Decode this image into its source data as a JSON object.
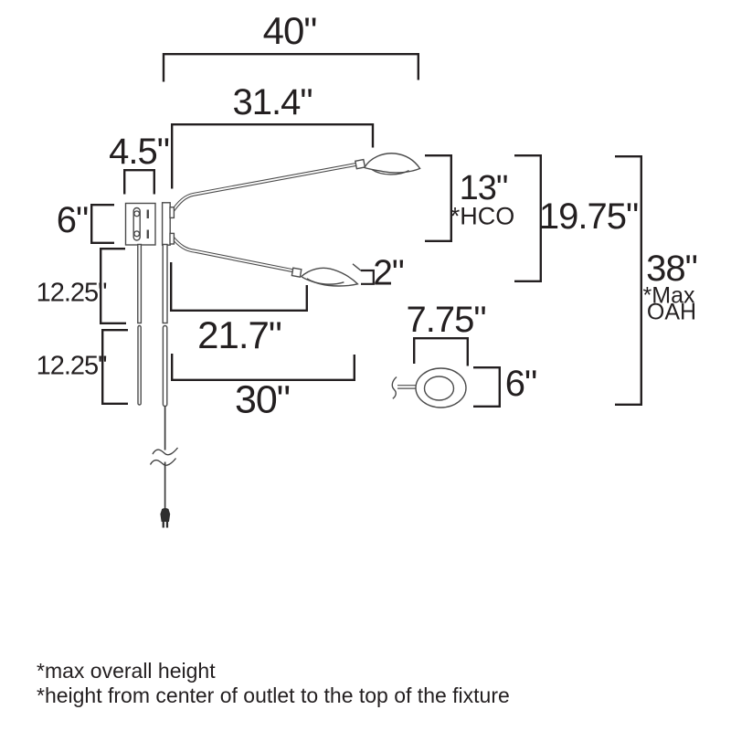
{
  "page": {
    "background": "#ffffff"
  },
  "colors": {
    "dimension_line": "#231f20",
    "fixture_line": "#4b4b4b",
    "text": "#231f20"
  },
  "dimensions": {
    "overall_width": "40\"",
    "upper_arm_extension": "31.4\"",
    "backplate_width": "4.5\"",
    "backplate_height": "6\"",
    "height_center_outlet": "13\"",
    "height_center_outlet_note": "*HCO",
    "top_to_lower_shade": "19.75\"",
    "shade_depth": "2\"",
    "max_overall_height": "38\"",
    "max_note_line1": "*Max",
    "max_note_line2": "OAH",
    "rod_section_upper": "12.25\"",
    "rod_section_lower": "12.25\"",
    "lower_arm_extension": "21.7\"",
    "lower_arm_span": "30\"",
    "canopy_width": "7.75\"",
    "canopy_height": "6\""
  },
  "footnotes": {
    "max_height": "*max overall height",
    "hco": "*height from center of outlet to the top of the fixture"
  }
}
